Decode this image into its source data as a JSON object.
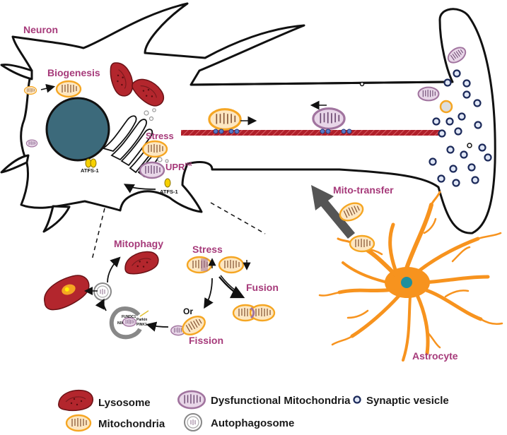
{
  "labels": {
    "neuron": "Neuron",
    "biogenesis": "Biogenesis",
    "stress_top": "Stress",
    "upr": "UPR",
    "upr_sup": "mt",
    "atfs1_a": "ATFS-1",
    "atfs1_b": "ATFS-1",
    "mito_transfer": "Mito-transfer",
    "astrocyte": "Astrocyte",
    "mitophagy": "Mitophagy",
    "stress_cycle": "Stress",
    "fusion": "Fusion",
    "or": "Or",
    "fission": "Fission",
    "fundc1": "FUNDC1",
    "nix": "NIX",
    "parkin": "Parkin",
    "pink1": "PINK1"
  },
  "legend": {
    "lysosome": "Lysosome",
    "dysfunctional": "Dysfunctional Mitochondria",
    "synaptic": "Synaptic vesicle",
    "mitochondria": "Mitochondria",
    "autophagosome": "Autophagosome"
  },
  "colors": {
    "label_purple": "#a63a7a",
    "mito_orange": "#f5a623",
    "mito_fill": "#fde7c2",
    "dys_purple": "#a1749f",
    "dys_fill": "#e8d6e8",
    "lysosome_red": "#b3262d",
    "nucleus_teal": "#3c6a7b",
    "astrocyte_orange": "#f7931e",
    "microtubule_red": "#b0202a",
    "vesicle_navy": "#1c2a5a"
  }
}
